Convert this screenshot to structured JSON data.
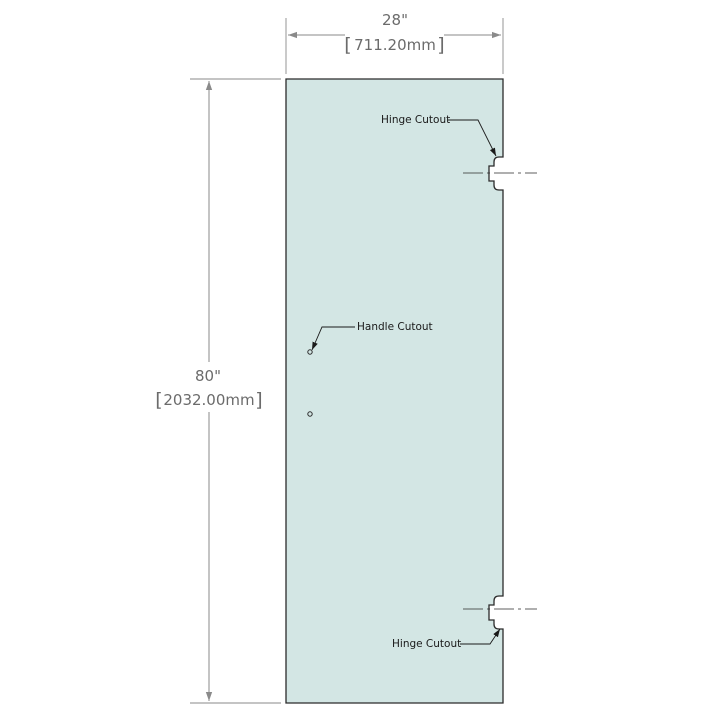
{
  "dimensions": {
    "width_in": "28\"",
    "width_mm": "711.20mm",
    "height_in": "80\"",
    "height_mm": "2032.00mm"
  },
  "callouts": {
    "hinge_top": "Hinge Cutout",
    "handle": "Handle Cutout",
    "hinge_bottom": "Hinge Cutout"
  },
  "colors": {
    "glass": "#d3e6e4",
    "outline": "#2b2b2b",
    "dimension": "#8a8a8a",
    "text": "#1a1a1a"
  }
}
